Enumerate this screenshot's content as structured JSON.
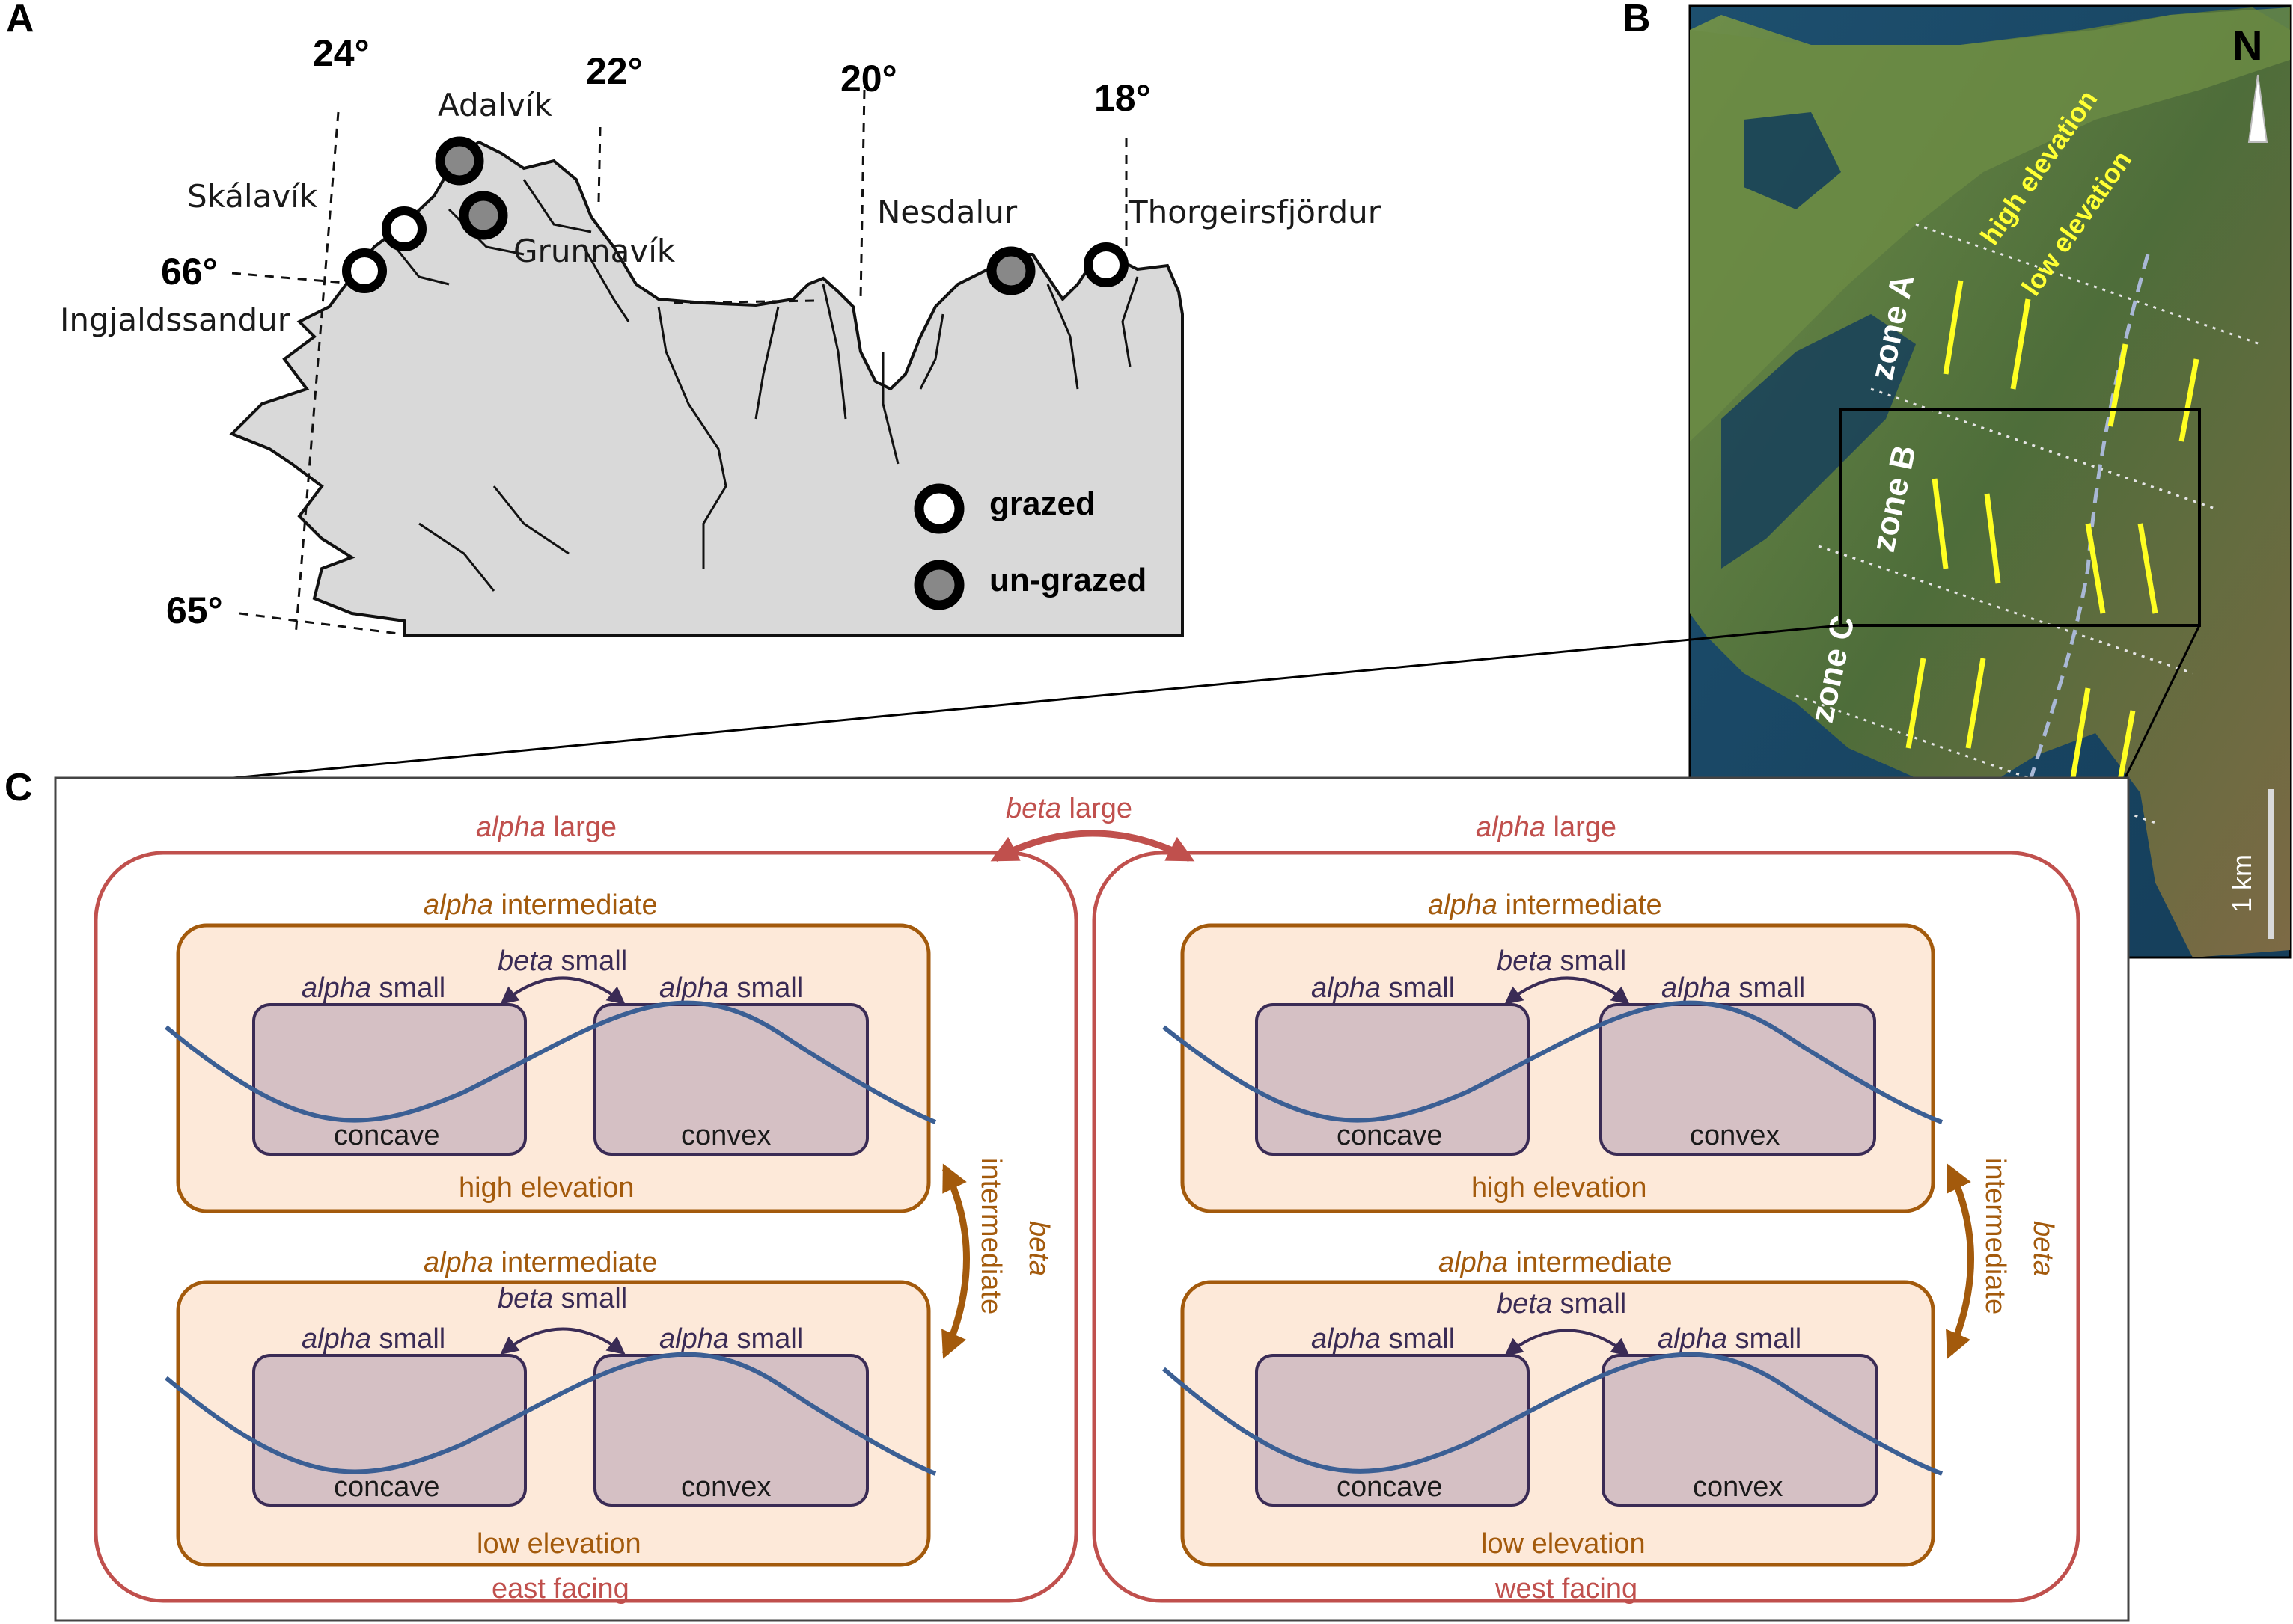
{
  "panels": {
    "a": "A",
    "b": "B",
    "c": "C"
  },
  "map": {
    "longitudes": [
      "24°",
      "22°",
      "20°",
      "18°"
    ],
    "latitudes": [
      "66°",
      "65°"
    ],
    "sites": [
      "Adalvík",
      "Skálavík",
      "Grunnavík",
      "Ingjaldssandur",
      "Nesdalur",
      "Thorgeirsfjördur"
    ],
    "legend": {
      "grazed": "grazed",
      "ungrazed": "un-grazed"
    }
  },
  "aerial": {
    "north": "N",
    "zones": [
      "zone A",
      "zone B",
      "zone C"
    ],
    "high_elevation": "high elevation",
    "low_elevation": "low elevation",
    "scale": "1 km"
  },
  "diagram": {
    "alpha": "alpha",
    "beta": "beta",
    "large": " large",
    "intermediate": " intermediate",
    "small": " small",
    "intermediate_word": "intermediate",
    "concave": "concave",
    "convex": "convex",
    "high_elevation": "high elevation",
    "low_elevation": "low elevation",
    "east_facing": "east facing",
    "west_facing": "west facing"
  },
  "colors": {
    "red": "#c0504d",
    "brown": "#a35a0c",
    "purple": "#3a2b55",
    "wave": "#3b5f94",
    "peach": "#fde9d9",
    "mauve": "#d5c0c4",
    "land": "#d9d9d9"
  }
}
